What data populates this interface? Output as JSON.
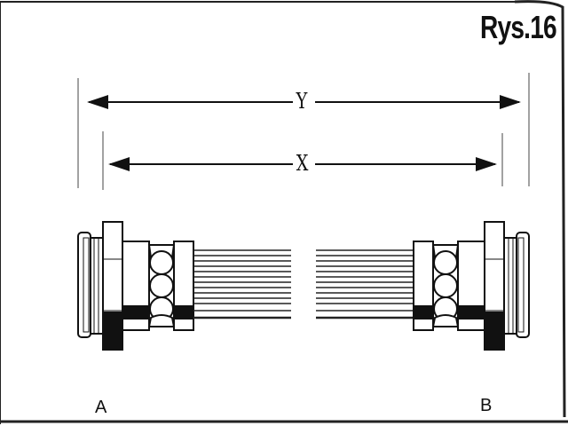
{
  "figure": {
    "title": "Rys.16",
    "dimensions": [
      {
        "label": "Y"
      },
      {
        "label": "X"
      }
    ],
    "ends": {
      "left": "A",
      "right": "B"
    }
  },
  "colors": {
    "ink": "#111111",
    "paper": "#ffffff"
  }
}
